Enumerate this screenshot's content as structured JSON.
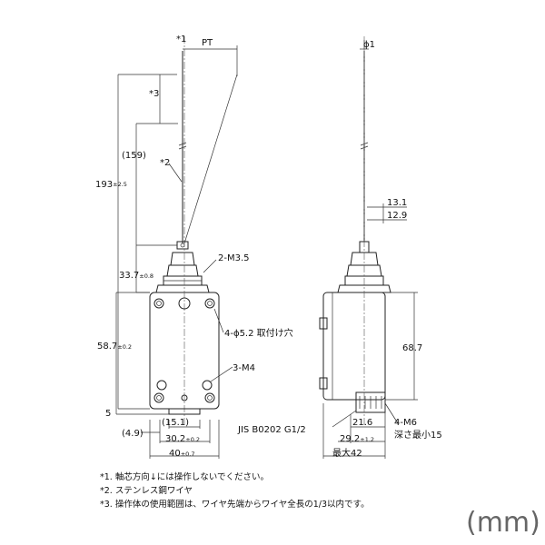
{
  "dims": {
    "star1": "*1",
    "pt": "PT",
    "phi1": "ϕ1",
    "star3": "*3",
    "d159": "(159)",
    "star2": "*2",
    "d193": "193",
    "d193_tol": "±2.5",
    "m35": "2-M3.5",
    "d337": "33.7",
    "d337_tol": "±0.8",
    "hole": "4-ϕ5.2 取付け穴",
    "d587": "58.7",
    "d587_tol": "±0.2",
    "m4": "3-M4",
    "d5": "5",
    "d49": "(4.9)",
    "d151": "(15.1)",
    "d302": "30.2",
    "d302_tol": "±0.2",
    "d40": "40",
    "d40_tol": "±0.7",
    "d131": "13.1",
    "d129": "12.9",
    "d687": "68.7",
    "jis": "JIS B0202 G1/2",
    "d216": "21.6",
    "d292": "29.2",
    "d292_tol": "±1.2",
    "max42": "最大42",
    "m6": "4-M6",
    "depth": "深さ最小15"
  },
  "notes": [
    "*1. 軸芯方向↓には操作しないでください。",
    "*2. ステンレス鋼ワイヤ",
    "*3. 操作体の使用範囲は、ワイヤ先端からワイヤ全長の1/3以内です。"
  ],
  "unit": "(mm)"
}
